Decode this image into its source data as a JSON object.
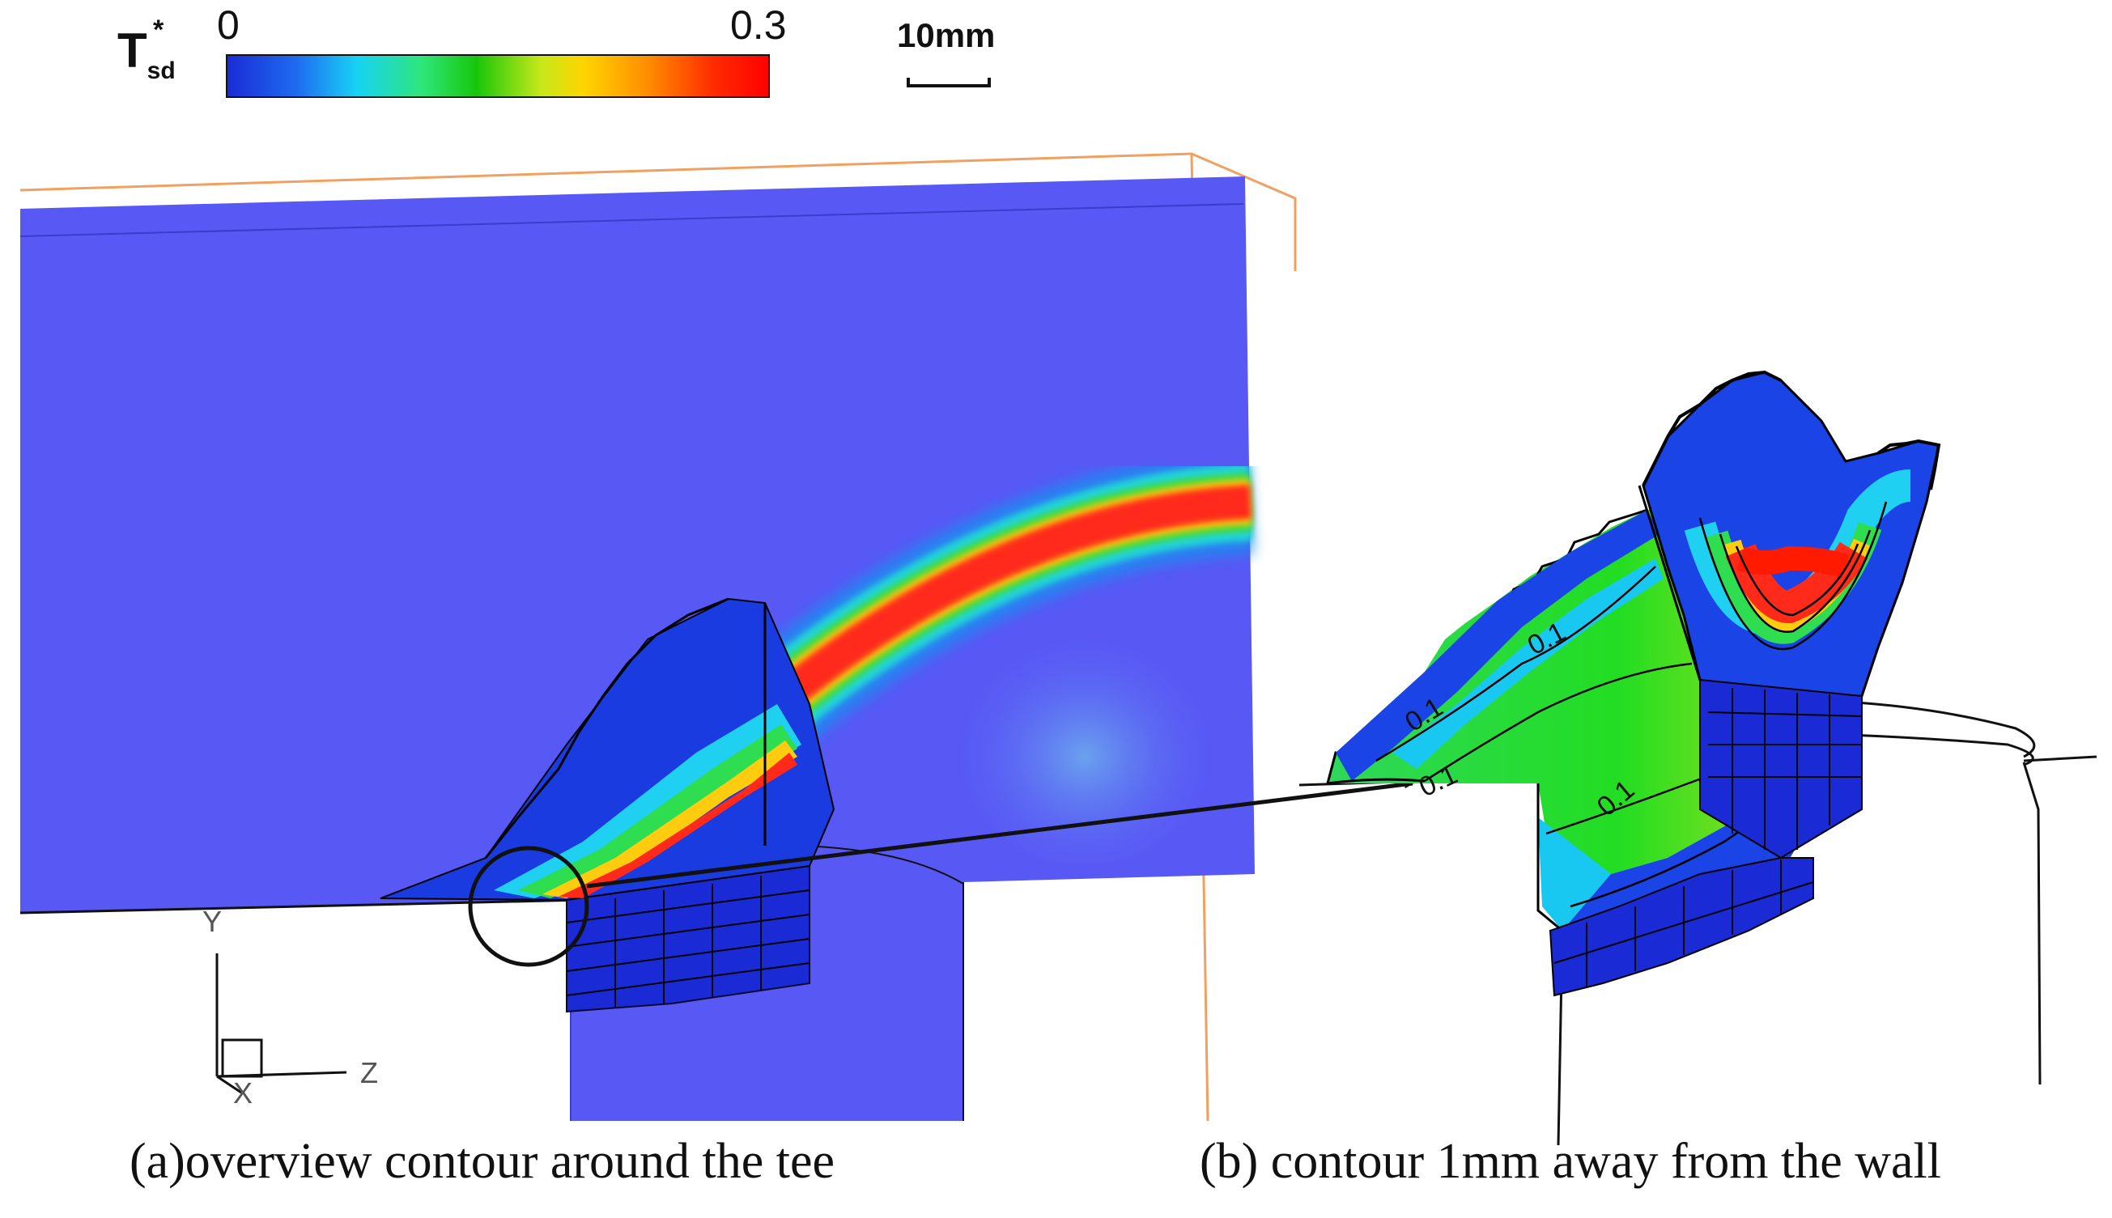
{
  "legend": {
    "variable_main": "T",
    "variable_sub": "sd",
    "variable_sup": "*",
    "min_label": "0",
    "max_label": "0.3",
    "colormap": [
      "#1a2bd6",
      "#1e6cf0",
      "#18d2f4",
      "#2ee67a",
      "#18c60a",
      "#c8e81a",
      "#ffd400",
      "#ff8a00",
      "#ff2a00",
      "#ff0000"
    ]
  },
  "scale_bar": {
    "label": "10mm"
  },
  "axes": {
    "y_label": "Y",
    "z_label": "Z",
    "x_label": "X"
  },
  "contour_labels": [
    "0.1",
    "0.1",
    "0.1",
    "0.1"
  ],
  "captions": {
    "a": "(a)overview contour around the tee",
    "b": "(b) contour 1mm away from the wall"
  },
  "colors": {
    "background_field": "#5858f5",
    "jet_core": "#ff2a1a",
    "domain_outline": "#f0a060",
    "outline": "#111111"
  }
}
